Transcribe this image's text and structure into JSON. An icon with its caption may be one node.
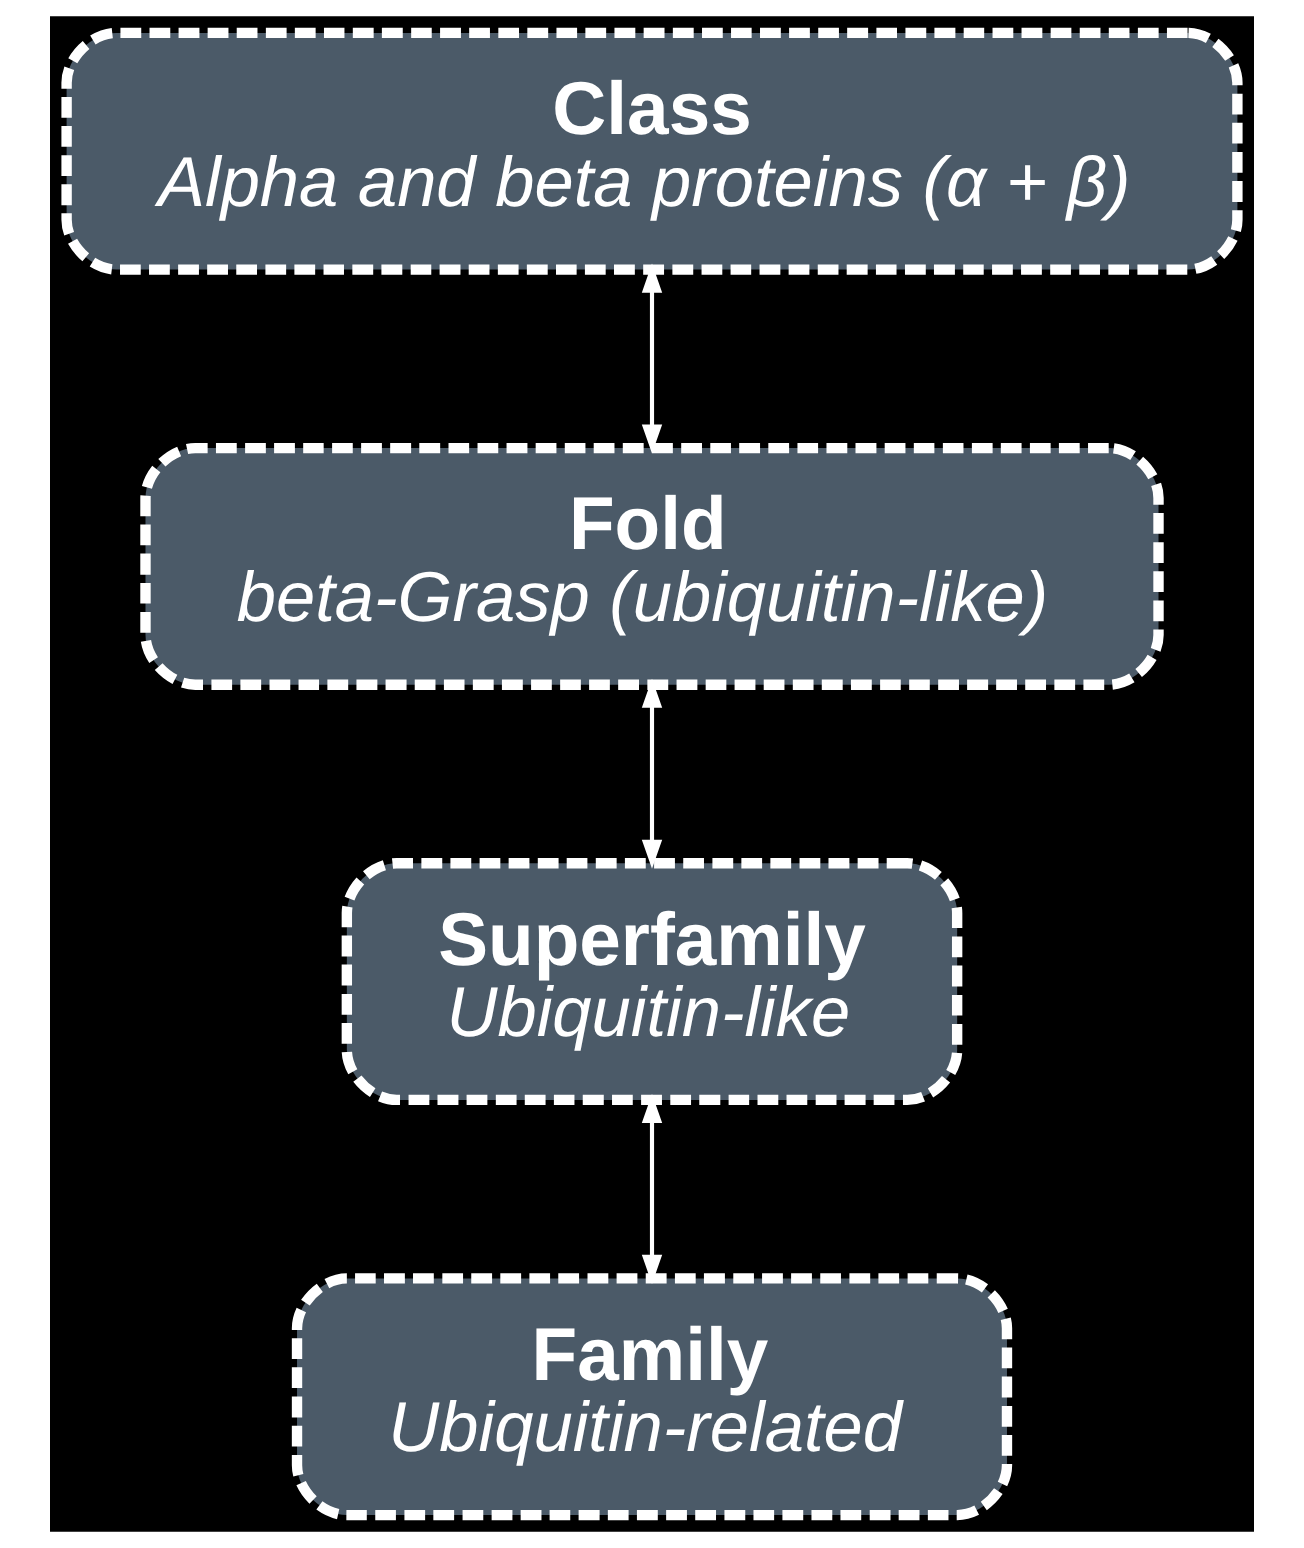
{
  "diagram": {
    "nodes": [
      {
        "text": [
          "Class",
          "Alpha and beta proteins (α + β)"
        ]
      },
      {
        "text": [
          "Fold",
          "beta-Grasp (ubiquitin-like)"
        ]
      },
      {
        "text": [
          "Superfamily",
          "Ubiquitin-like"
        ]
      },
      {
        "text": [
          "Family",
          "Ubiquitin-related"
        ]
      }
    ],
    "edges": [
      {
        "from": 0,
        "to": 1,
        "arrow": "both"
      },
      {
        "from": 1,
        "to": 2,
        "arrow": "both"
      },
      {
        "from": 2,
        "to": 3,
        "arrow": "both"
      }
    ]
  }
}
